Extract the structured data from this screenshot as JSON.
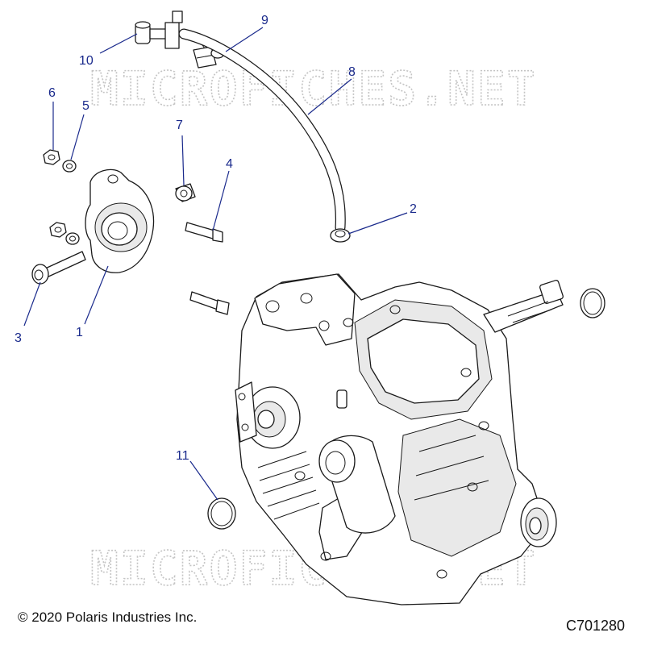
{
  "watermark_text": "MICROFICHES.NET",
  "footer": {
    "copyright": "© 2020 Polaris Industries Inc.",
    "diagram_code": "C701280"
  },
  "callouts": {
    "c1": "1",
    "c2": "2",
    "c3": "3",
    "c4": "4",
    "c5": "5",
    "c6": "6",
    "c7": "7",
    "c8": "8",
    "c9": "9",
    "c10": "10",
    "c11": "11"
  },
  "colors": {
    "callout": "#1a2a8c",
    "line": "#1a1a1a",
    "watermark": "#c4c4c4"
  }
}
